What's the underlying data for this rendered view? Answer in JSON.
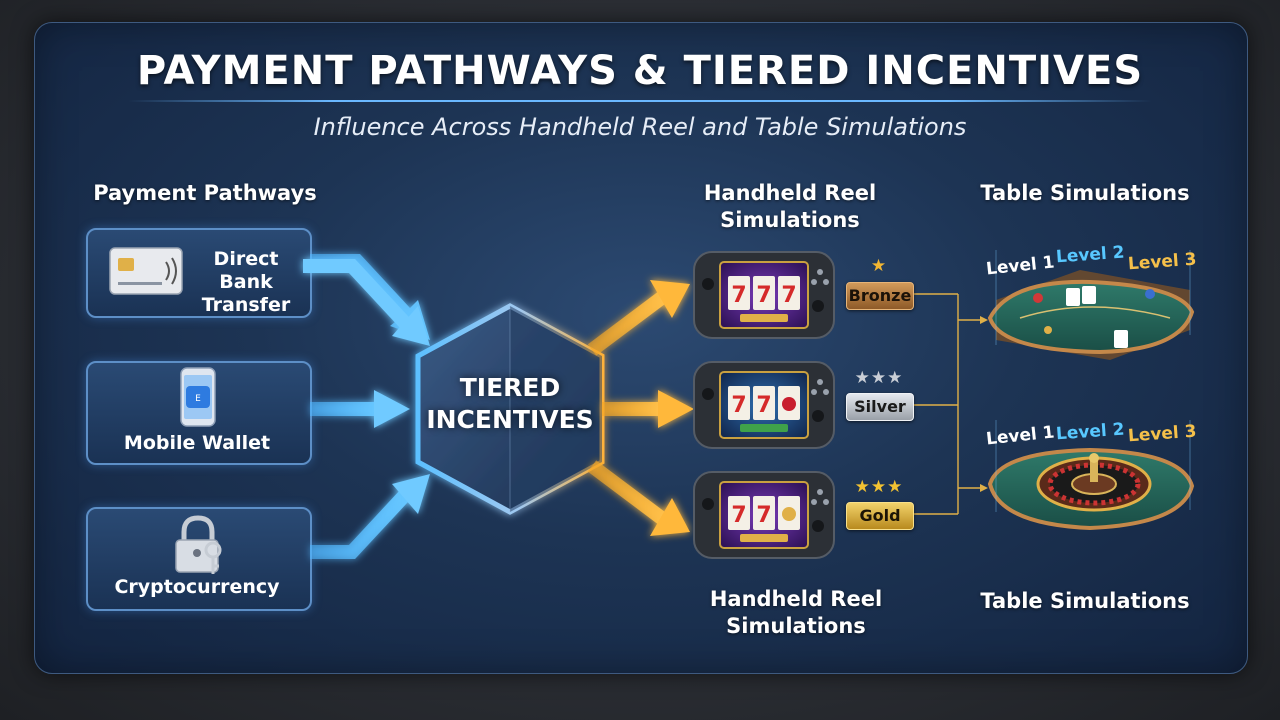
{
  "title": "PAYMENT PATHWAYS & TIERED INCENTIVES",
  "subtitle": "Influence Across Handheld Reel and Table Simulations",
  "headings": {
    "payment_pathways": "Payment Pathways",
    "handheld_top_line1": "Handheld Reel",
    "handheld_top_line2": "Simulations",
    "table_top": "Table Simulations",
    "handheld_bottom_line1": "Handheld Reel",
    "handheld_bottom_line2": "Simulations",
    "table_bottom": "Table Simulations"
  },
  "payments": [
    {
      "label_line1": "Direct Bank",
      "label_line2": "Transfer",
      "icon": "bank-card-icon"
    },
    {
      "label_line1": "Mobile Wallet",
      "label_line2": "",
      "icon": "mobile-phone-icon"
    },
    {
      "label_line1": "Cryptocurrency",
      "label_line2": "",
      "icon": "padlock-key-icon"
    }
  ],
  "hub": {
    "line1": "TIERED",
    "line2": "INCENTIVES"
  },
  "tiers": [
    {
      "label": "Bronze",
      "stars": "★",
      "color": "#b5793a",
      "star_color": "#f2b632"
    },
    {
      "label": "Silver",
      "stars": "★★★",
      "color": "#b9bec6",
      "star_color": "#c9ced6"
    },
    {
      "label": "Gold",
      "stars": "★★★",
      "color": "#e0b338",
      "star_color": "#f2c232"
    }
  ],
  "reels": {
    "symbol": "7",
    "slot_icon": "slot-machine-icon"
  },
  "tables": [
    {
      "game": "cards-table-icon",
      "levels": [
        "Level 1",
        "Level 2",
        "Level 3"
      ]
    },
    {
      "game": "roulette-table-icon",
      "levels": [
        "Level 1",
        "Level 2",
        "Level 3"
      ]
    }
  ],
  "colors": {
    "blue_arrow": "#4fb6ff",
    "orange_arrow": "#f5a623",
    "level1": "#ffffff",
    "level2": "#58c8ff",
    "level3": "#f5c04a"
  }
}
